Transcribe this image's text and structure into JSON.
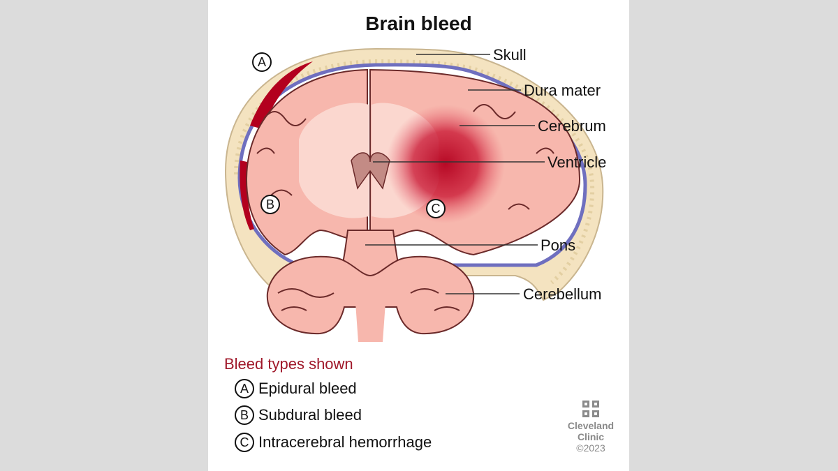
{
  "title": "Brain bleed",
  "labels": {
    "skull": "Skull",
    "dura_mater": "Dura mater",
    "cerebrum": "Cerebrum",
    "ventricle": "Ventricle",
    "pons": "Pons",
    "cerebellum": "Cerebellum"
  },
  "markers": {
    "a": "A",
    "b": "B",
    "c": "C"
  },
  "legend": {
    "title": "Bleed types shown",
    "items": [
      {
        "letter": "A",
        "text": "Epidural bleed"
      },
      {
        "letter": "B",
        "text": "Subdural bleed"
      },
      {
        "letter": "C",
        "text": "Intracerebral hemorrhage"
      }
    ]
  },
  "brand": {
    "line1": "Cleveland",
    "line2": "Clinic",
    "copyright": "©2023"
  },
  "colors": {
    "legend_title": "#a0182a",
    "bleed": "#b3001e",
    "dura": "#6f6fbf",
    "skull": "#f4e3c0",
    "brain": "#f7b7ad"
  }
}
